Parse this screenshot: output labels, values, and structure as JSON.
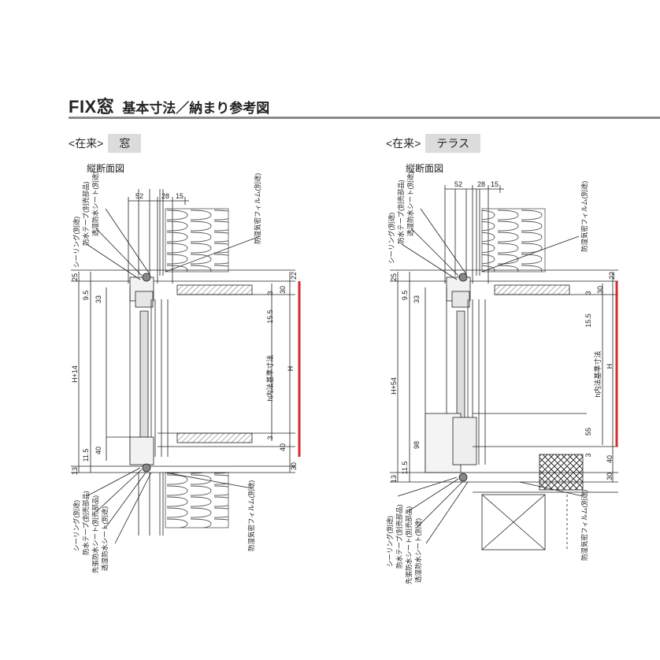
{
  "title": {
    "main": "FIX窓",
    "sub": "基本寸法／納まり参考図"
  },
  "left": {
    "label": "<在来>",
    "tag": "窓",
    "caption": "縦断面図",
    "dims_top": [
      "52",
      "28",
      "15"
    ],
    "dims_left": [
      "25",
      "9.5",
      "33",
      "H+14",
      "11.5",
      "40",
      "13"
    ],
    "dims_right": [
      "22",
      "30",
      "3",
      "15.5",
      "h内法基準寸法",
      "H",
      "3",
      "40",
      "30"
    ],
    "notes_top": [
      "シーリング(別途)",
      "防水テープ(別売部品)",
      "透湿防水シート(別途)"
    ],
    "note_vapor_top": "防湿気密フィルム(別途)",
    "notes_bottom": [
      "シーリング(別途)",
      "防水テープ(別売部品)",
      "先張防水シート(別売部品)",
      "透湿防水シート(別途)"
    ],
    "note_vapor_bottom": "防湿気密フィルム(別途)"
  },
  "right": {
    "label": "<在来>",
    "tag": "テラス",
    "caption": "縦断面図",
    "dims_top": [
      "52",
      "28",
      "15"
    ],
    "dims_left": [
      "25",
      "9.5",
      "33",
      "H+54",
      "98",
      "11.5",
      "13"
    ],
    "dims_right": [
      "22",
      "30",
      "3",
      "15.5",
      "h内法基準寸法",
      "H",
      "55",
      "3",
      "40",
      "30"
    ],
    "notes_top": [
      "シーリング(別途)",
      "防水テープ(別売部品)",
      "透湿防水シート(別途)"
    ],
    "note_vapor_top": "防湿気密フィルム(別途)",
    "notes_bottom": [
      "シーリング(別途)",
      "防水テープ(別売部品)",
      "先張防水シート(別売部品)",
      "透湿防水シート(別途)"
    ],
    "note_vapor_bottom": "防湿気密フィルム(別途)"
  },
  "colors": {
    "accent_line": "#d62b2b",
    "rule": "#8a8a8a",
    "tag_bg": "#dcdcdc"
  }
}
